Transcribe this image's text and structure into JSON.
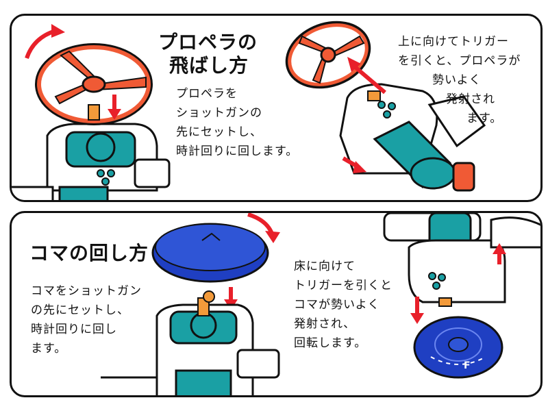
{
  "propeller_section": {
    "title_line1": "プロペラの",
    "title_line2": "飛ばし方",
    "steps_set": [
      "プロペラを",
      "ショットガンの",
      "先にセットし、",
      "時計回りに回します。"
    ],
    "steps_fire": [
      "上に向けてトリガー",
      "を引くと、プロペラが",
      "勢いよく",
      "発射され",
      "ます。"
    ]
  },
  "top_section": {
    "title": "コマの回し方",
    "steps_set": [
      "コマをショットガン",
      "の先にセットし、",
      "時計回りに回し",
      "ます。"
    ],
    "steps_fire": [
      "床に向けて",
      "トリガーを引くと",
      "コマが勢いよく",
      "発射され、",
      "回転します。"
    ],
    "disc_label": "F"
  },
  "colors": {
    "outline": "#111111",
    "propeller_red": "#f05a35",
    "arrow_red": "#e8202a",
    "teal": "#1aa0a4",
    "disc_blue": "#1f3fc2",
    "orange": "#f39a3a"
  }
}
